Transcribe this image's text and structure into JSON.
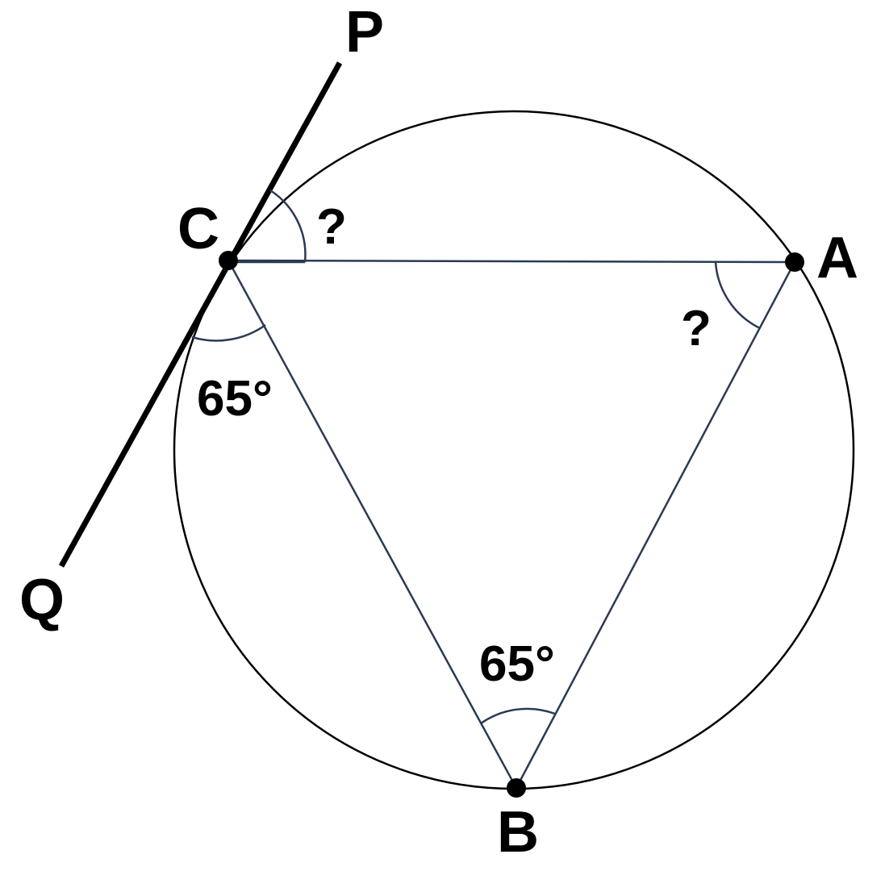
{
  "points": {
    "P": "P",
    "Q": "Q",
    "C": "C",
    "A": "A",
    "B": "B"
  },
  "angles": {
    "tangent_chord_pc_ca": "?",
    "angle_cab": "?",
    "tangent_chord_qc_cb": "65°",
    "angle_cba": "65°"
  },
  "colors": {
    "circle": "#000000",
    "triangle": "#2a3a55",
    "tangent": "#000000"
  }
}
